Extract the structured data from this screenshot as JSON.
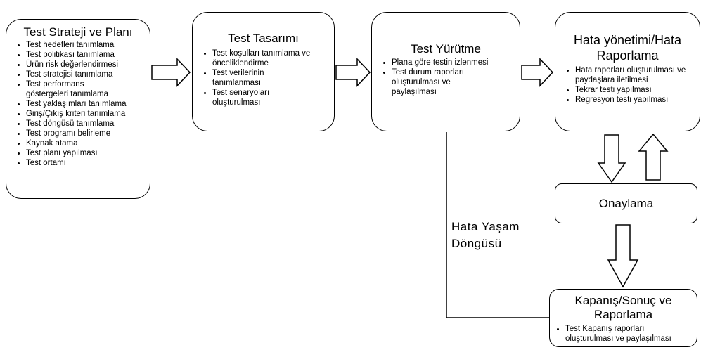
{
  "boxes": {
    "strategy": {
      "title": "Test Strateji ve Planı",
      "items": [
        "Test hedefleri tanımlama",
        "Test politikası tanımlama",
        "Ürün risk değerlendirmesi",
        "Test stratejisi tanımlama",
        "Test performans göstergeleri tanımlama",
        "Test yaklaşımları tanımlama",
        "Giriş/Çıkış kriteri tanımlama",
        "Test döngüsü tanımlama",
        "Test programı belirleme",
        "Kaynak atama",
        "Test planı yapılması",
        "Test ortamı"
      ]
    },
    "design": {
      "title": "Test Tasarımı",
      "items": [
        "Test koşulları tanımlama ve önceliklendirme",
        "Test verilerinin tanımlanması",
        "Test senaryoları oluşturulması"
      ]
    },
    "execution": {
      "title": "Test Yürütme",
      "items": [
        "Plana göre testin izlenmesi",
        "Test durum raporları oluşturulması ve paylaşılması"
      ]
    },
    "defect": {
      "title": "Hata yönetimi/Hata Raporlama",
      "items": [
        "Hata raporları oluşturulması ve paydaşlara iletilmesi",
        "Tekrar testi yapılması",
        "Regresyon testi yapılması"
      ]
    },
    "approval": {
      "title": "Onaylama"
    },
    "closure": {
      "title": "Kapanış/Sonuç ve Raporlama",
      "items": [
        "Test Kapanış raporları oluşturulması ve paylaşılması"
      ]
    }
  },
  "lifecycle_label": "Hata Yaşam Döngüsü"
}
